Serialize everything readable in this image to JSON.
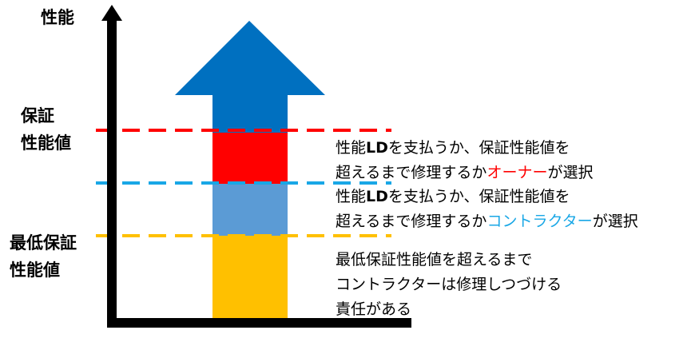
{
  "labels": {
    "y_axis": "性能",
    "guaranteed_line1": "保証",
    "guaranteed_line2": "性能値",
    "minimum_line1": "最低保証",
    "minimum_line2": "性能値"
  },
  "zones": {
    "owner": {
      "line1_lead": "性能",
      "line1_ld": "LD",
      "line1_tail": "を支払うか、保証性能値を",
      "line2_lead": "超えるまで修理するか",
      "line2_actor": "オーナー",
      "line2_tail": "が選択"
    },
    "contractor": {
      "line1_lead": "性能",
      "line1_ld": "LD",
      "line1_tail": "を支払うか、保証性能値を",
      "line2_lead": "超えるまで修理するか",
      "line2_actor": "コントラクター",
      "line2_tail": "が選択"
    },
    "repair": {
      "line1": "最低保証性能値を超えるまで",
      "line2": "コントラクターは修理しつづける",
      "line3": "責任がある"
    }
  },
  "colors": {
    "arrow": "#0070c0",
    "owner_zone": "#ff0000",
    "contractor_zone": "#5b9bd5",
    "repair_zone": "#ffc000",
    "guaranteed_line": "#ff0000",
    "contractor_line": "#19a7e6",
    "minimum_line": "#ffc000",
    "axis": "#000000"
  }
}
